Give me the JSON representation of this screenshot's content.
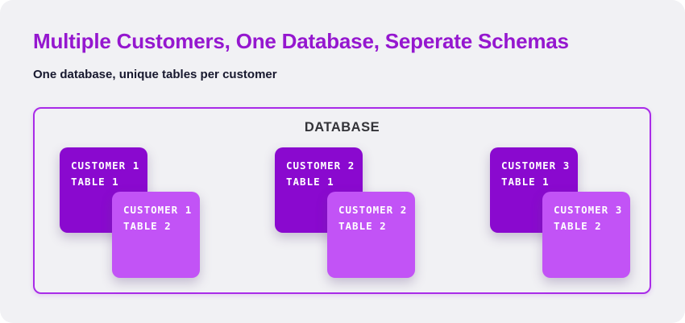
{
  "header": {
    "title": "Multiple Customers, One Database, Seperate Schemas",
    "subtitle": "One database, unique tables per customer"
  },
  "database": {
    "label": "DATABASE",
    "groups": [
      {
        "table1": {
          "line1": "CUSTOMER 1",
          "line2": "TABLE 1"
        },
        "table2": {
          "line1": "CUSTOMER 1",
          "line2": "TABLE 2"
        }
      },
      {
        "table1": {
          "line1": "CUSTOMER 2",
          "line2": "TABLE 1"
        },
        "table2": {
          "line1": "CUSTOMER 2",
          "line2": "TABLE 2"
        }
      },
      {
        "table1": {
          "line1": "CUSTOMER 3",
          "line2": "TABLE 1"
        },
        "table2": {
          "line1": "CUSTOMER 3",
          "line2": "TABLE 2"
        }
      }
    ]
  },
  "colors": {
    "page_bg": "#ffffff",
    "panel_bg": "#f1f1f4",
    "title_color": "#9517cf",
    "subtitle_color": "#17182e",
    "db_label_color": "#333338",
    "db_border": "#a92be8",
    "dark_card": "#8a09cf",
    "light_card": "#c253f6",
    "card_text": "#ffffff"
  }
}
